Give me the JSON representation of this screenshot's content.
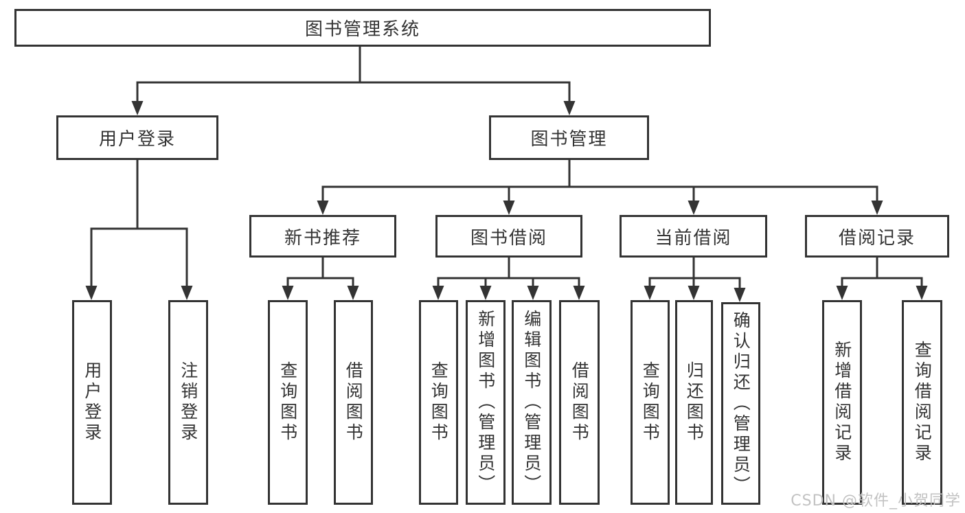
{
  "title": "图书管理系统",
  "branches": {
    "user_login": {
      "label": "用户登录",
      "children": [
        "用户登录",
        "注销登录"
      ]
    },
    "book_management": {
      "label": "图书管理",
      "children": {
        "new_book_recommend": {
          "label": "新书推荐",
          "children": [
            "查询图书",
            "借阅图书"
          ]
        },
        "book_borrowing": {
          "label": "图书借阅",
          "children": [
            "查询图书",
            "新增图书（管理员）",
            "编辑图书（管理员）",
            "借阅图书"
          ]
        },
        "current_borrowing": {
          "label": "当前借阅",
          "children": [
            "查询图书",
            "归还图书",
            "确认归还（管理员）"
          ]
        },
        "borrowing_records": {
          "label": "借阅记录",
          "children": [
            "新增借阅记录",
            "查询借阅记录"
          ]
        }
      }
    }
  },
  "watermark": "CSDN @软件_小贺同学",
  "colors": {
    "line": "#333333",
    "text": "#333333",
    "box_fill": "#ffffff",
    "watermark": "#c2c2c2",
    "background": "#ffffff"
  }
}
